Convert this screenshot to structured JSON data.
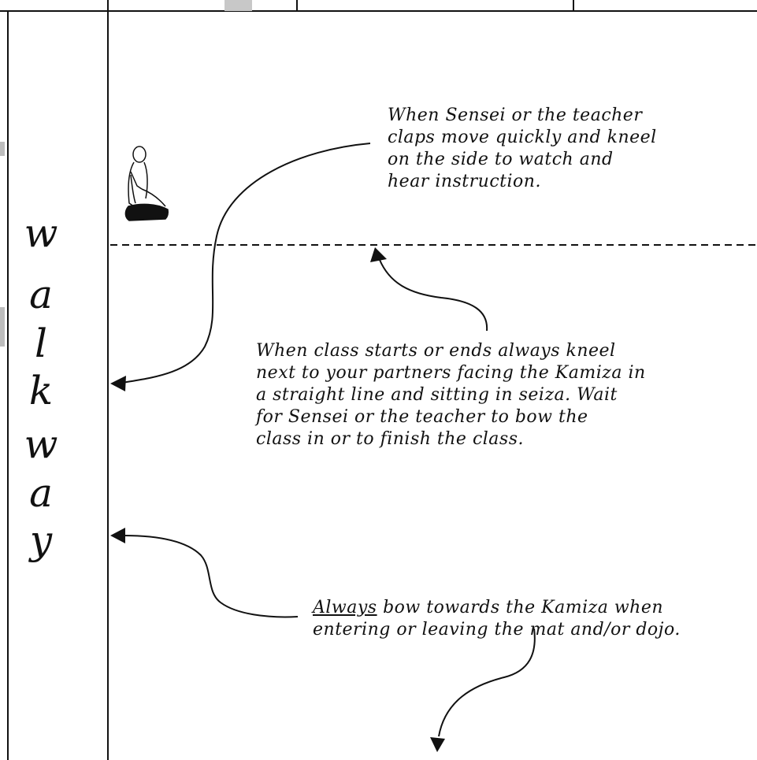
{
  "walkway": {
    "letters": [
      "w",
      "a",
      "l",
      "k",
      "w",
      "a",
      "y"
    ]
  },
  "notes": {
    "clap": {
      "lines": [
        "When Sensei or the teacher",
        "claps move quickly and kneel",
        "on the side to watch and",
        "hear instruction."
      ]
    },
    "line_up": {
      "lines": [
        "When class starts or ends always kneel",
        "next to your partners facing the Kamiza in",
        "a straight line and sitting in seiza.  Wait",
        "for Sensei or the teacher to bow the",
        "class in or to finish the class."
      ]
    },
    "bow": {
      "emphasis": "Always",
      "line1_rest": " bow towards the Kamiza when",
      "line2": "entering or leaving the mat and/or dojo."
    }
  },
  "figure": {
    "icon": "kneeling-person-icon"
  }
}
